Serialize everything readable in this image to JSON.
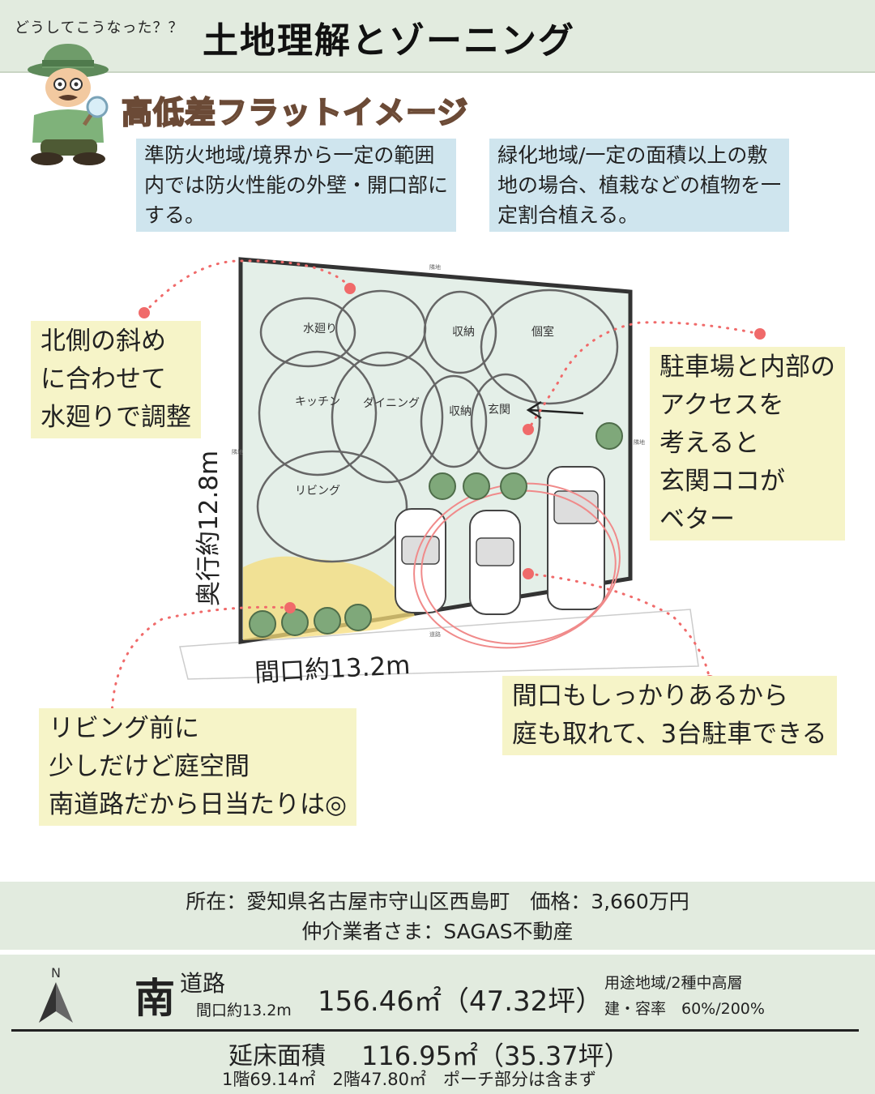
{
  "header": {
    "subtitle": "どうしてこうなった？？",
    "title": "土地理解とゾーニング"
  },
  "section": {
    "title": "高低差フラットイメージ"
  },
  "notes": {
    "fire_zone": [
      "準防火地域/境界から一定の範囲",
      "内では防火性能の外壁・開口部に",
      "する。"
    ],
    "green_zone": [
      "緑化地域/一定の面積以上の敷",
      "地の場合、植栽などの植物を一",
      "定割合植える。"
    ]
  },
  "bubbles": {
    "north": [
      "北側の斜め",
      "に合わせて",
      "水廻りで調整"
    ],
    "parking": [
      "駐車場と内部の",
      "アクセスを",
      "考えると",
      "玄関ココが",
      "ベター"
    ],
    "frontage": [
      "間口もしっかりあるから",
      "庭も取れて、3台駐車できる"
    ],
    "living": [
      "リビング前に",
      "少しだけど庭空間",
      "南道路だから日当たりは◎"
    ]
  },
  "plan": {
    "rooms": {
      "water": "水廻り",
      "storage1": "収納",
      "private": "個室",
      "kitchen": "キッチン",
      "dining": "ダイニング",
      "storage2": "収納",
      "entrance": "玄関",
      "living": "リビング"
    },
    "edge_labels": {
      "top": "隣地",
      "left": "隣地",
      "right": "隣地",
      "bottom": "道路"
    },
    "depth_label": "奥行約12.8m",
    "frontage_label": "間口約13.2m",
    "cars": 3,
    "trees": 8
  },
  "info": {
    "location": "所在：愛知県名古屋市守山区西島町　価格：3,660万円",
    "agent": "仲介業者さま：SAGAS不動産"
  },
  "land": {
    "compass": "N",
    "road_dir": "南",
    "road": "道路",
    "road_width": "間口約13.2m",
    "area": "156.46㎡（47.32坪）",
    "zoning": "用途地域/2種中高層",
    "ratio": "建・容率　60%/200%"
  },
  "floor": {
    "label": "延床面積",
    "area": "116.95㎡（35.37坪）",
    "detail": "1階69.14㎡　2階47.80㎡　ポーチ部分は含まず"
  },
  "colors": {
    "band": "#e2ebdf",
    "blue_note": "#cfe5ee",
    "yellow_bubble": "#f6f4c8",
    "dot_red": "#f06a6a",
    "plan_fill": "#e4efe8"
  }
}
